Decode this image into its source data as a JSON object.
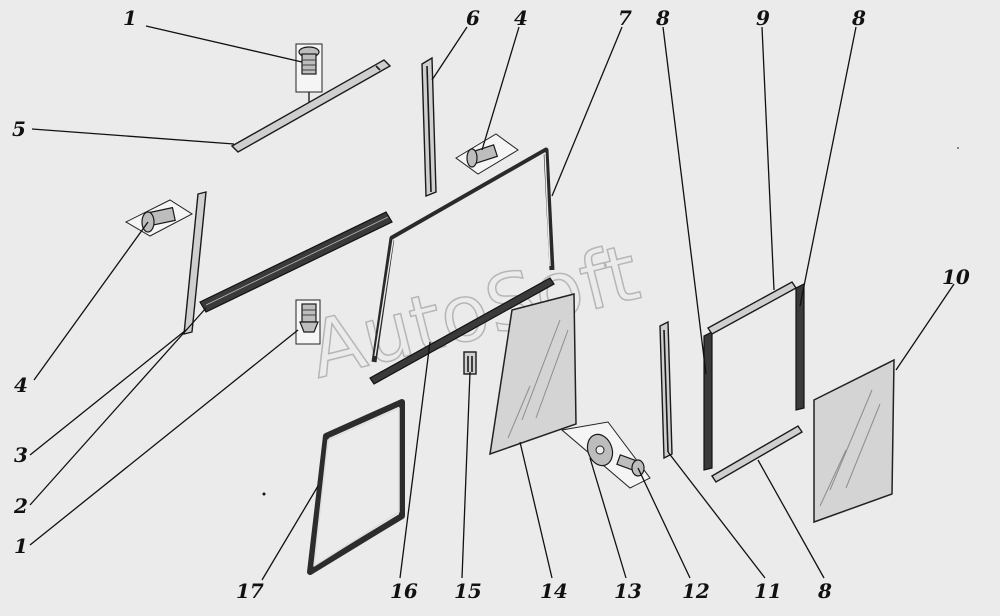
{
  "watermark": "AutoSoft",
  "callouts": [
    {
      "id": "c1a",
      "text": "1"
    },
    {
      "id": "c5",
      "text": "5"
    },
    {
      "id": "c6",
      "text": "6"
    },
    {
      "id": "c4a",
      "text": "4"
    },
    {
      "id": "c7",
      "text": "7"
    },
    {
      "id": "c8a",
      "text": "8"
    },
    {
      "id": "c9",
      "text": "9"
    },
    {
      "id": "c8b",
      "text": "8"
    },
    {
      "id": "c10",
      "text": "10"
    },
    {
      "id": "c4b",
      "text": "4"
    },
    {
      "id": "c3",
      "text": "3"
    },
    {
      "id": "c2",
      "text": "2"
    },
    {
      "id": "c1b",
      "text": "1"
    },
    {
      "id": "c17",
      "text": "17"
    },
    {
      "id": "c16",
      "text": "16"
    },
    {
      "id": "c15",
      "text": "15"
    },
    {
      "id": "c14",
      "text": "14"
    },
    {
      "id": "c13",
      "text": "13"
    },
    {
      "id": "c12",
      "text": "12"
    },
    {
      "id": "c11",
      "text": "11"
    },
    {
      "id": "c8c",
      "text": "8"
    }
  ]
}
